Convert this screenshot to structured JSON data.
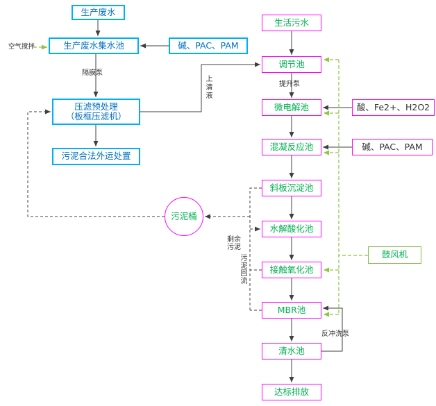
{
  "nodes": {
    "production_wastewater": "生产废水",
    "collection_tank": "生产废水集水池",
    "chem_left": "碱、PAC、PAM",
    "filter_press_l1": "压滤预处理",
    "filter_press_l2": "（板框压滤机）",
    "sludge_disposal": "污泥合法外运处置",
    "domestic_sewage": "生活污水",
    "regulation_tank": "调节池",
    "micro_electrolysis_tank": "微电解池",
    "acid_dosing": "酸、Fe2+、H2O2",
    "coagulation_tank": "混凝反应池",
    "chem_right": "碱、PAC、PAM",
    "inclined_plate_tank": "斜板沉淀池",
    "sludge_bucket": "污泥桶",
    "hydrolysis_tank": "水解酸化池",
    "contact_oxidation_tank": "接触氧化池",
    "blower": "鼓风机",
    "mbr_tank": "MBR池",
    "clean_water_tank": "清水池",
    "discharge": "达标排放"
  },
  "edge_labels": {
    "air_stir": "空气搅拌",
    "diaphragm_pump": "隔膜泵",
    "supernatant": "上清液",
    "lift_pump": "提升泵",
    "excess_sludge": "剩余污泥",
    "sludge_return": "污泥回流",
    "backwash_pump": "反冲洗泵"
  },
  "colors": {
    "cyan_border": "#00b0f0",
    "blue_text": "#0070c0",
    "magenta_border": "#ff00ff",
    "green_text": "#00b050",
    "green_border": "#7db843",
    "green_line": "#8cc63e",
    "line": "#404040"
  }
}
